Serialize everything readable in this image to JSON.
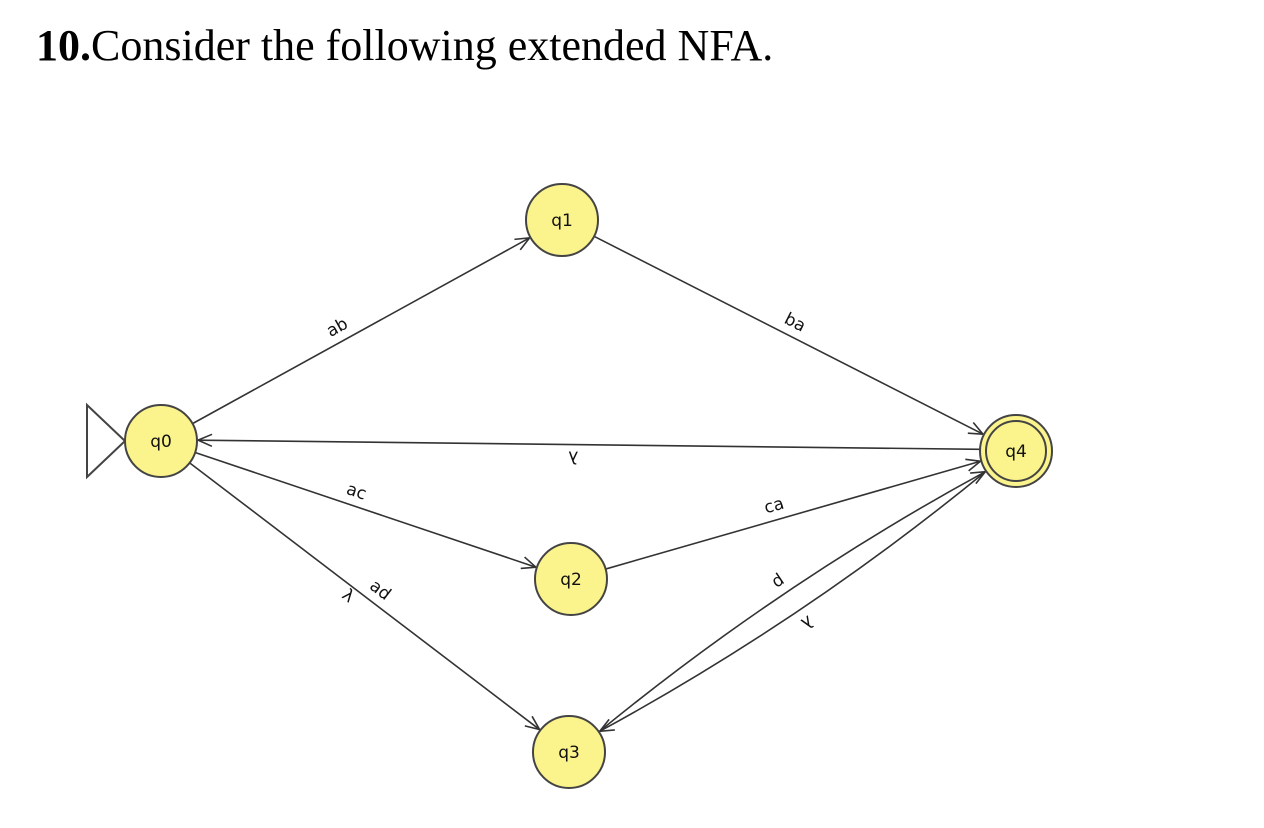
{
  "heading": {
    "number": "10.",
    "text": "Consider the following extended NFA."
  },
  "colors": {
    "state_fill": "#fbf38c",
    "state_stroke": "#444444",
    "edge": "#333333",
    "text": "#111111"
  },
  "nfa": {
    "initial_state": "q0",
    "states": [
      {
        "id": "q0",
        "label": "q0",
        "final": false
      },
      {
        "id": "q1",
        "label": "q1",
        "final": false
      },
      {
        "id": "q2",
        "label": "q2",
        "final": false
      },
      {
        "id": "q3",
        "label": "q3",
        "final": false
      },
      {
        "id": "q4",
        "label": "q4",
        "final": true
      }
    ],
    "transitions": [
      {
        "id": "q0-q1",
        "from": "q0",
        "to": "q1",
        "labels": [
          "ab"
        ]
      },
      {
        "id": "q1-q4",
        "from": "q1",
        "to": "q4",
        "labels": [
          "ba"
        ]
      },
      {
        "id": "q4-q0",
        "from": "q4",
        "to": "q0",
        "labels": [
          "λ"
        ]
      },
      {
        "id": "q0-q2",
        "from": "q0",
        "to": "q2",
        "labels": [
          "ac"
        ]
      },
      {
        "id": "q2-q4",
        "from": "q2",
        "to": "q4",
        "labels": [
          "ca"
        ]
      },
      {
        "id": "q0-q3",
        "from": "q0",
        "to": "q3",
        "labels": [
          "ad",
          "λ"
        ]
      },
      {
        "id": "q3-q4",
        "from": "q3",
        "to": "q4",
        "labels": [
          "d"
        ]
      },
      {
        "id": "q4-q3",
        "from": "q4",
        "to": "q3",
        "labels": [
          "λ"
        ]
      }
    ]
  }
}
